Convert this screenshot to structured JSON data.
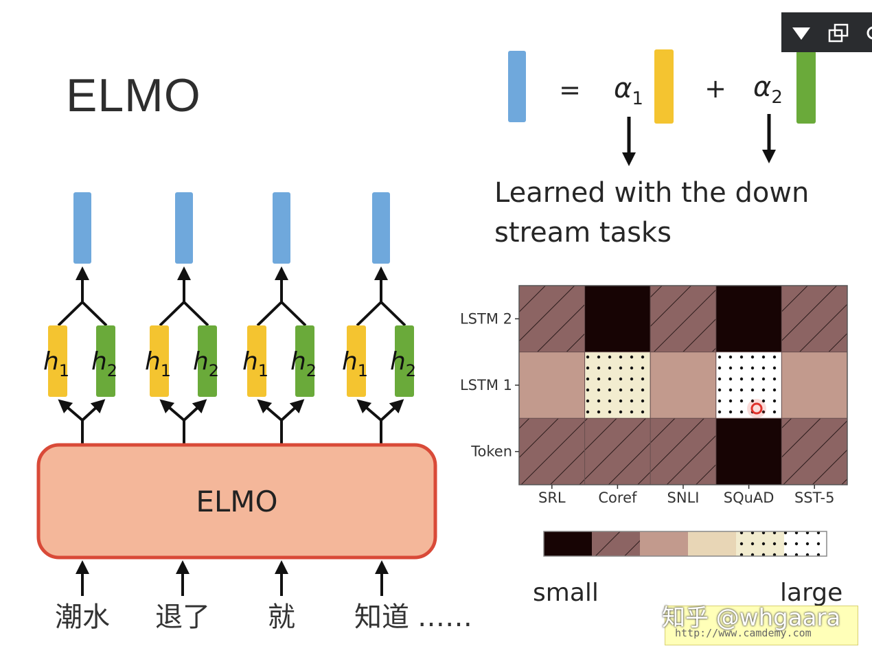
{
  "slide": {
    "title": "ELMO",
    "encoder_label": "ELMO",
    "hidden_labels": [
      "h1",
      "h2"
    ],
    "input_tokens": [
      "潮水",
      "退了",
      "就",
      "知道",
      "……"
    ],
    "equation": {
      "equals": "=",
      "plus": "+",
      "alpha1": "α1",
      "alpha2": "α2"
    },
    "learned_line1": "Learned with the down",
    "learned_line2": "stream tasks",
    "legend_small": "small",
    "legend_large": "large",
    "watermark": "知乎 @whgaara",
    "camtasia_url": "http://www.camdemy.com",
    "colors": {
      "blue": "#6fa8dc",
      "yellow": "#f4c430",
      "green": "#6aaa3a",
      "elmo_fill": "#f4b79a",
      "elmo_border": "#d94a38"
    }
  },
  "chart_data": {
    "type": "heatmap",
    "rows": [
      "LSTM 2",
      "LSTM 1",
      "Token"
    ],
    "columns": [
      "SRL",
      "Coref",
      "SNLI",
      "SQuAD",
      "SST-5"
    ],
    "values": [
      [
        2,
        1,
        2,
        1,
        2
      ],
      [
        3,
        5,
        3,
        6,
        3
      ],
      [
        2,
        2,
        2,
        1,
        2
      ]
    ],
    "scale_levels": 6,
    "legend": [
      "small",
      "large"
    ]
  }
}
